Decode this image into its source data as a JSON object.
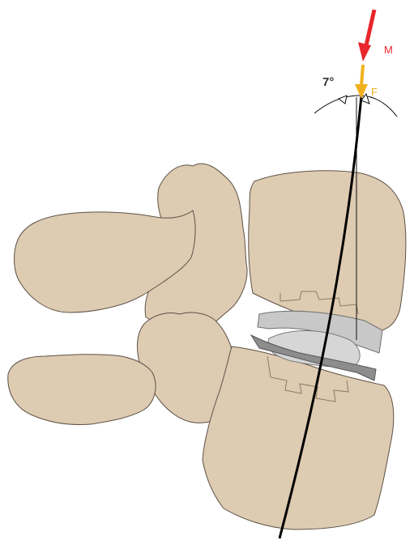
{
  "labels": {
    "angle": "7°",
    "moment": "M",
    "force": "F"
  },
  "colors": {
    "bone": "#ddcbb2",
    "bone_light": "#e6d6bf",
    "bone_edge": "#5e5246",
    "implant_light": "#c8c8c8",
    "implant_dark": "#8d8d8d",
    "implant_core": "#d6d6d6",
    "moment_arrow": "#e8262b",
    "force_arrow": "#f2b01e",
    "axis_line": "#000000",
    "angle_lines": "#111111"
  },
  "icons": {
    "moment": "red-arrow-icon",
    "force": "orange-arrow-icon",
    "angle_markers": "triangle-marker-icon"
  }
}
